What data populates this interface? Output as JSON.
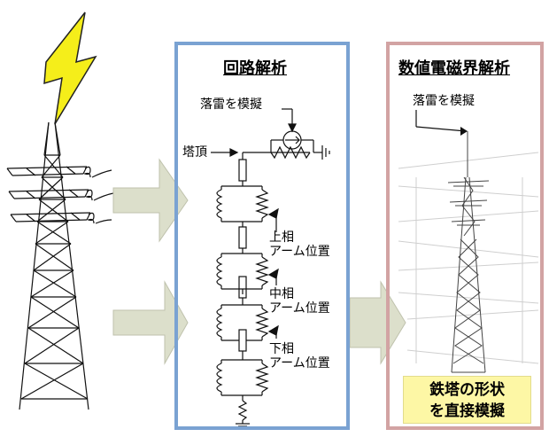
{
  "circuit_panel": {
    "title": "回路解析",
    "lightning_label": "落雷を模擬",
    "tower_top_label": "塔頂",
    "upper_phase": [
      "上相",
      "アーム位置"
    ],
    "middle_phase": [
      "中相",
      "アーム位置"
    ],
    "lower_phase": [
      "下相",
      "アーム位置"
    ]
  },
  "em_panel": {
    "title": "数値電磁界解析",
    "lightning_label": "落雷を模擬",
    "caption_line1": "鉄塔の形状",
    "caption_line2": "を直接模擬"
  },
  "colors": {
    "circuit_border": "#7aa2d2",
    "em_border": "#d2a3a3",
    "lightning": "#f5ee1a",
    "arrow_fill": "#dcdfcb",
    "caption_bg": "#fdf7a5"
  }
}
